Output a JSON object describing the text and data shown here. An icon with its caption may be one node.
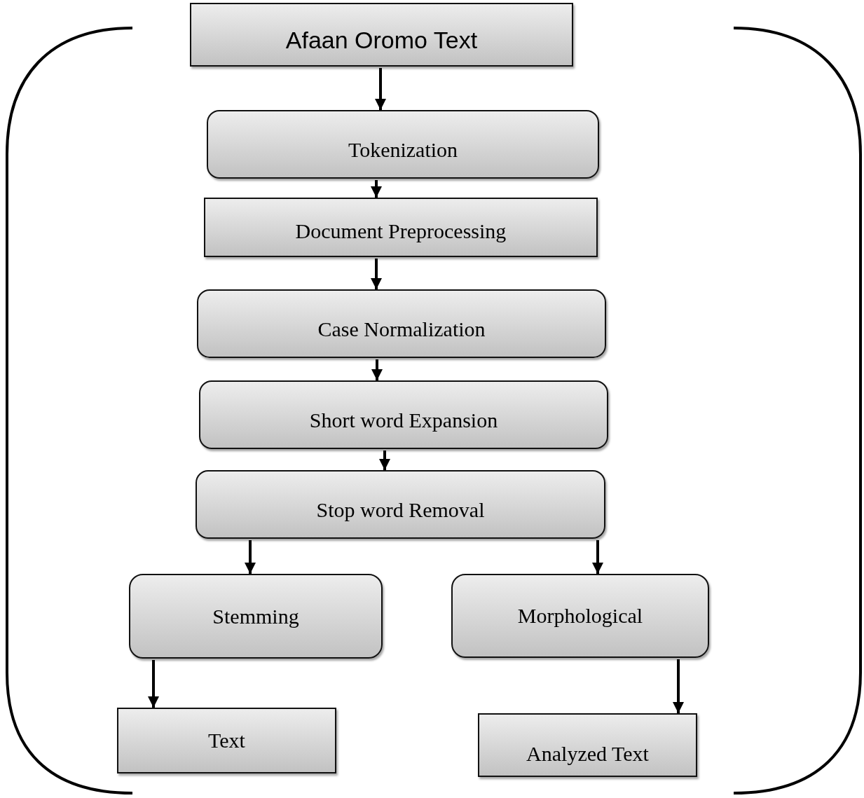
{
  "diagram": {
    "nodes": [
      {
        "text": [
          "Afaan Oromo Text"
        ]
      },
      {
        "text": [
          "Tokenization"
        ]
      },
      {
        "text": [
          "Document Preprocessing"
        ]
      },
      {
        "text": [
          "Case Normalization"
        ]
      },
      {
        "text": [
          "Short word Expansion"
        ]
      },
      {
        "text": [
          "Stop word Removal"
        ]
      },
      {
        "text": [
          "Stemming"
        ]
      },
      {
        "text": [
          "Morphological"
        ]
      },
      {
        "text": [
          "Text"
        ]
      },
      {
        "text": [
          "Analyzed Text"
        ]
      }
    ],
    "edges": [
      {
        "from": 0,
        "to": 1,
        "arrow": "to"
      },
      {
        "from": 1,
        "to": 2,
        "arrow": "to"
      },
      {
        "from": 2,
        "to": 3,
        "arrow": "to"
      },
      {
        "from": 3,
        "to": 4,
        "arrow": "to"
      },
      {
        "from": 4,
        "to": 5,
        "arrow": "to"
      },
      {
        "from": 5,
        "to": 6,
        "arrow": "to"
      },
      {
        "from": 5,
        "to": 7,
        "arrow": "to"
      },
      {
        "from": 6,
        "to": 8,
        "arrow": "to"
      },
      {
        "from": 7,
        "to": 9,
        "arrow": "to"
      }
    ]
  }
}
